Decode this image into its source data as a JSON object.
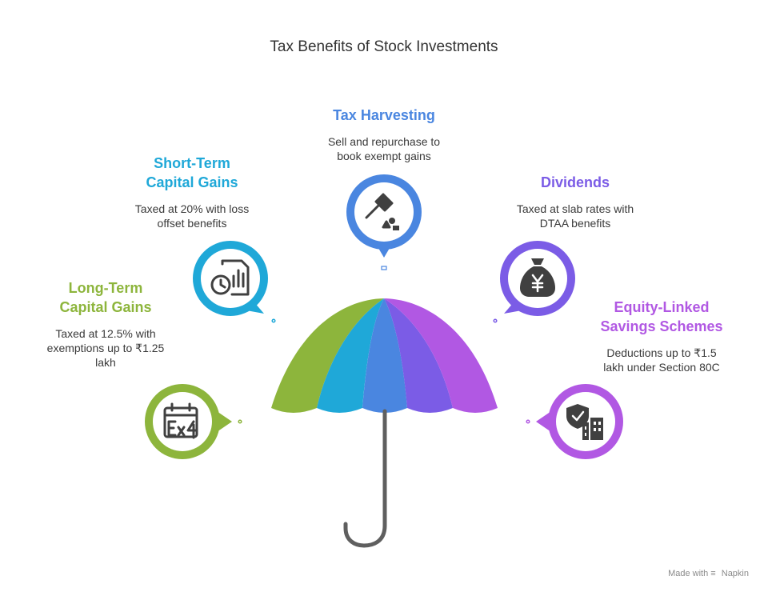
{
  "title": "Tax Benefits of Stock Investments",
  "colors": {
    "long_term": "#8db53c",
    "short_term": "#1fa8d8",
    "harvesting": "#4a86e0",
    "dividends": "#7b5ce6",
    "elss": "#b158e3",
    "handle": "#5f5f5f"
  },
  "items": [
    {
      "key": "long_term",
      "heading_lines": [
        "Long-Term",
        "Capital Gains"
      ],
      "description_lines": [
        "Taxed at 12.5% with",
        "exemptions up to ₹1.25",
        "lakh"
      ],
      "icon": "calendar-tax-icon"
    },
    {
      "key": "short_term",
      "heading_lines": [
        "Short-Term",
        "Capital Gains"
      ],
      "description_lines": [
        "Taxed at 20% with loss",
        "offset benefits"
      ],
      "icon": "report-clock-icon"
    },
    {
      "key": "harvesting",
      "heading_lines": [
        "Tax Harvesting"
      ],
      "description_lines": [
        "Sell and repurchase to",
        "book exempt gains"
      ],
      "icon": "axe-harvest-icon"
    },
    {
      "key": "dividends",
      "heading_lines": [
        "Dividends"
      ],
      "description_lines": [
        "Taxed at slab rates with",
        "DTAA benefits"
      ],
      "icon": "money-bag-yen-icon"
    },
    {
      "key": "elss",
      "heading_lines": [
        "Equity-Linked",
        "Savings Schemes"
      ],
      "description_lines": [
        "Deductions up to ₹1.5",
        "lakh under Section 80C"
      ],
      "icon": "shield-building-icon"
    }
  ],
  "footer": {
    "made_with": "Made with",
    "brand": "Napkin"
  }
}
